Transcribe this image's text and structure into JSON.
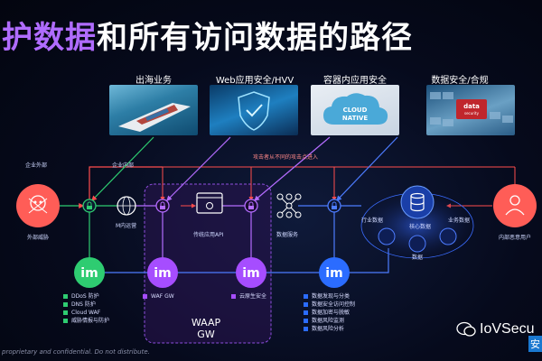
{
  "title": {
    "part1": "护数据",
    "part2": "和所有访问数据的路径"
  },
  "thumbnails": [
    {
      "label": "出海业务"
    },
    {
      "label": "Web应用安全/HVV"
    },
    {
      "label": "容器内应用安全",
      "badge": "CLOUD NATIVE"
    },
    {
      "label": "数据安全/合规",
      "badge": "data security"
    }
  ],
  "attack_label": "攻击者从不同的攻击点进入",
  "nodes": {
    "left_icon_label": "企业外部",
    "left_caption": "外部威胁",
    "inner_label": "企业内部",
    "m_label": "M内运营",
    "api_label": "传统应用API",
    "cluster_label": "数据服务",
    "db_center_label": "核心数据",
    "db_sub1": "行业数据",
    "db_sub2": "业务数据",
    "db_sub3": "数据",
    "right_caption": "内部恶意用户"
  },
  "waap": {
    "line1": "WAAP",
    "line2": "GW"
  },
  "legend_green": [
    "DDoS 防护",
    "DNS 防护",
    "Cloud WAF",
    "威胁情报与防护"
  ],
  "legend_purple1": [
    "WAF GW"
  ],
  "legend_purple2": [
    "云原生安全"
  ],
  "legend_blue": [
    "数据发现与分类",
    "数据安全访问控制",
    "数据加密与脱敏",
    "数据风险监测",
    "数据风险分析"
  ],
  "footer": "proprietary and confidential. Do not distribute.",
  "watermark": {
    "text": "IoVSecu",
    "badge": "安"
  },
  "colors": {
    "green": "#2ecc71",
    "purple": "#a64dff",
    "red": "#ff4d4d",
    "blue": "#2b6cff"
  }
}
